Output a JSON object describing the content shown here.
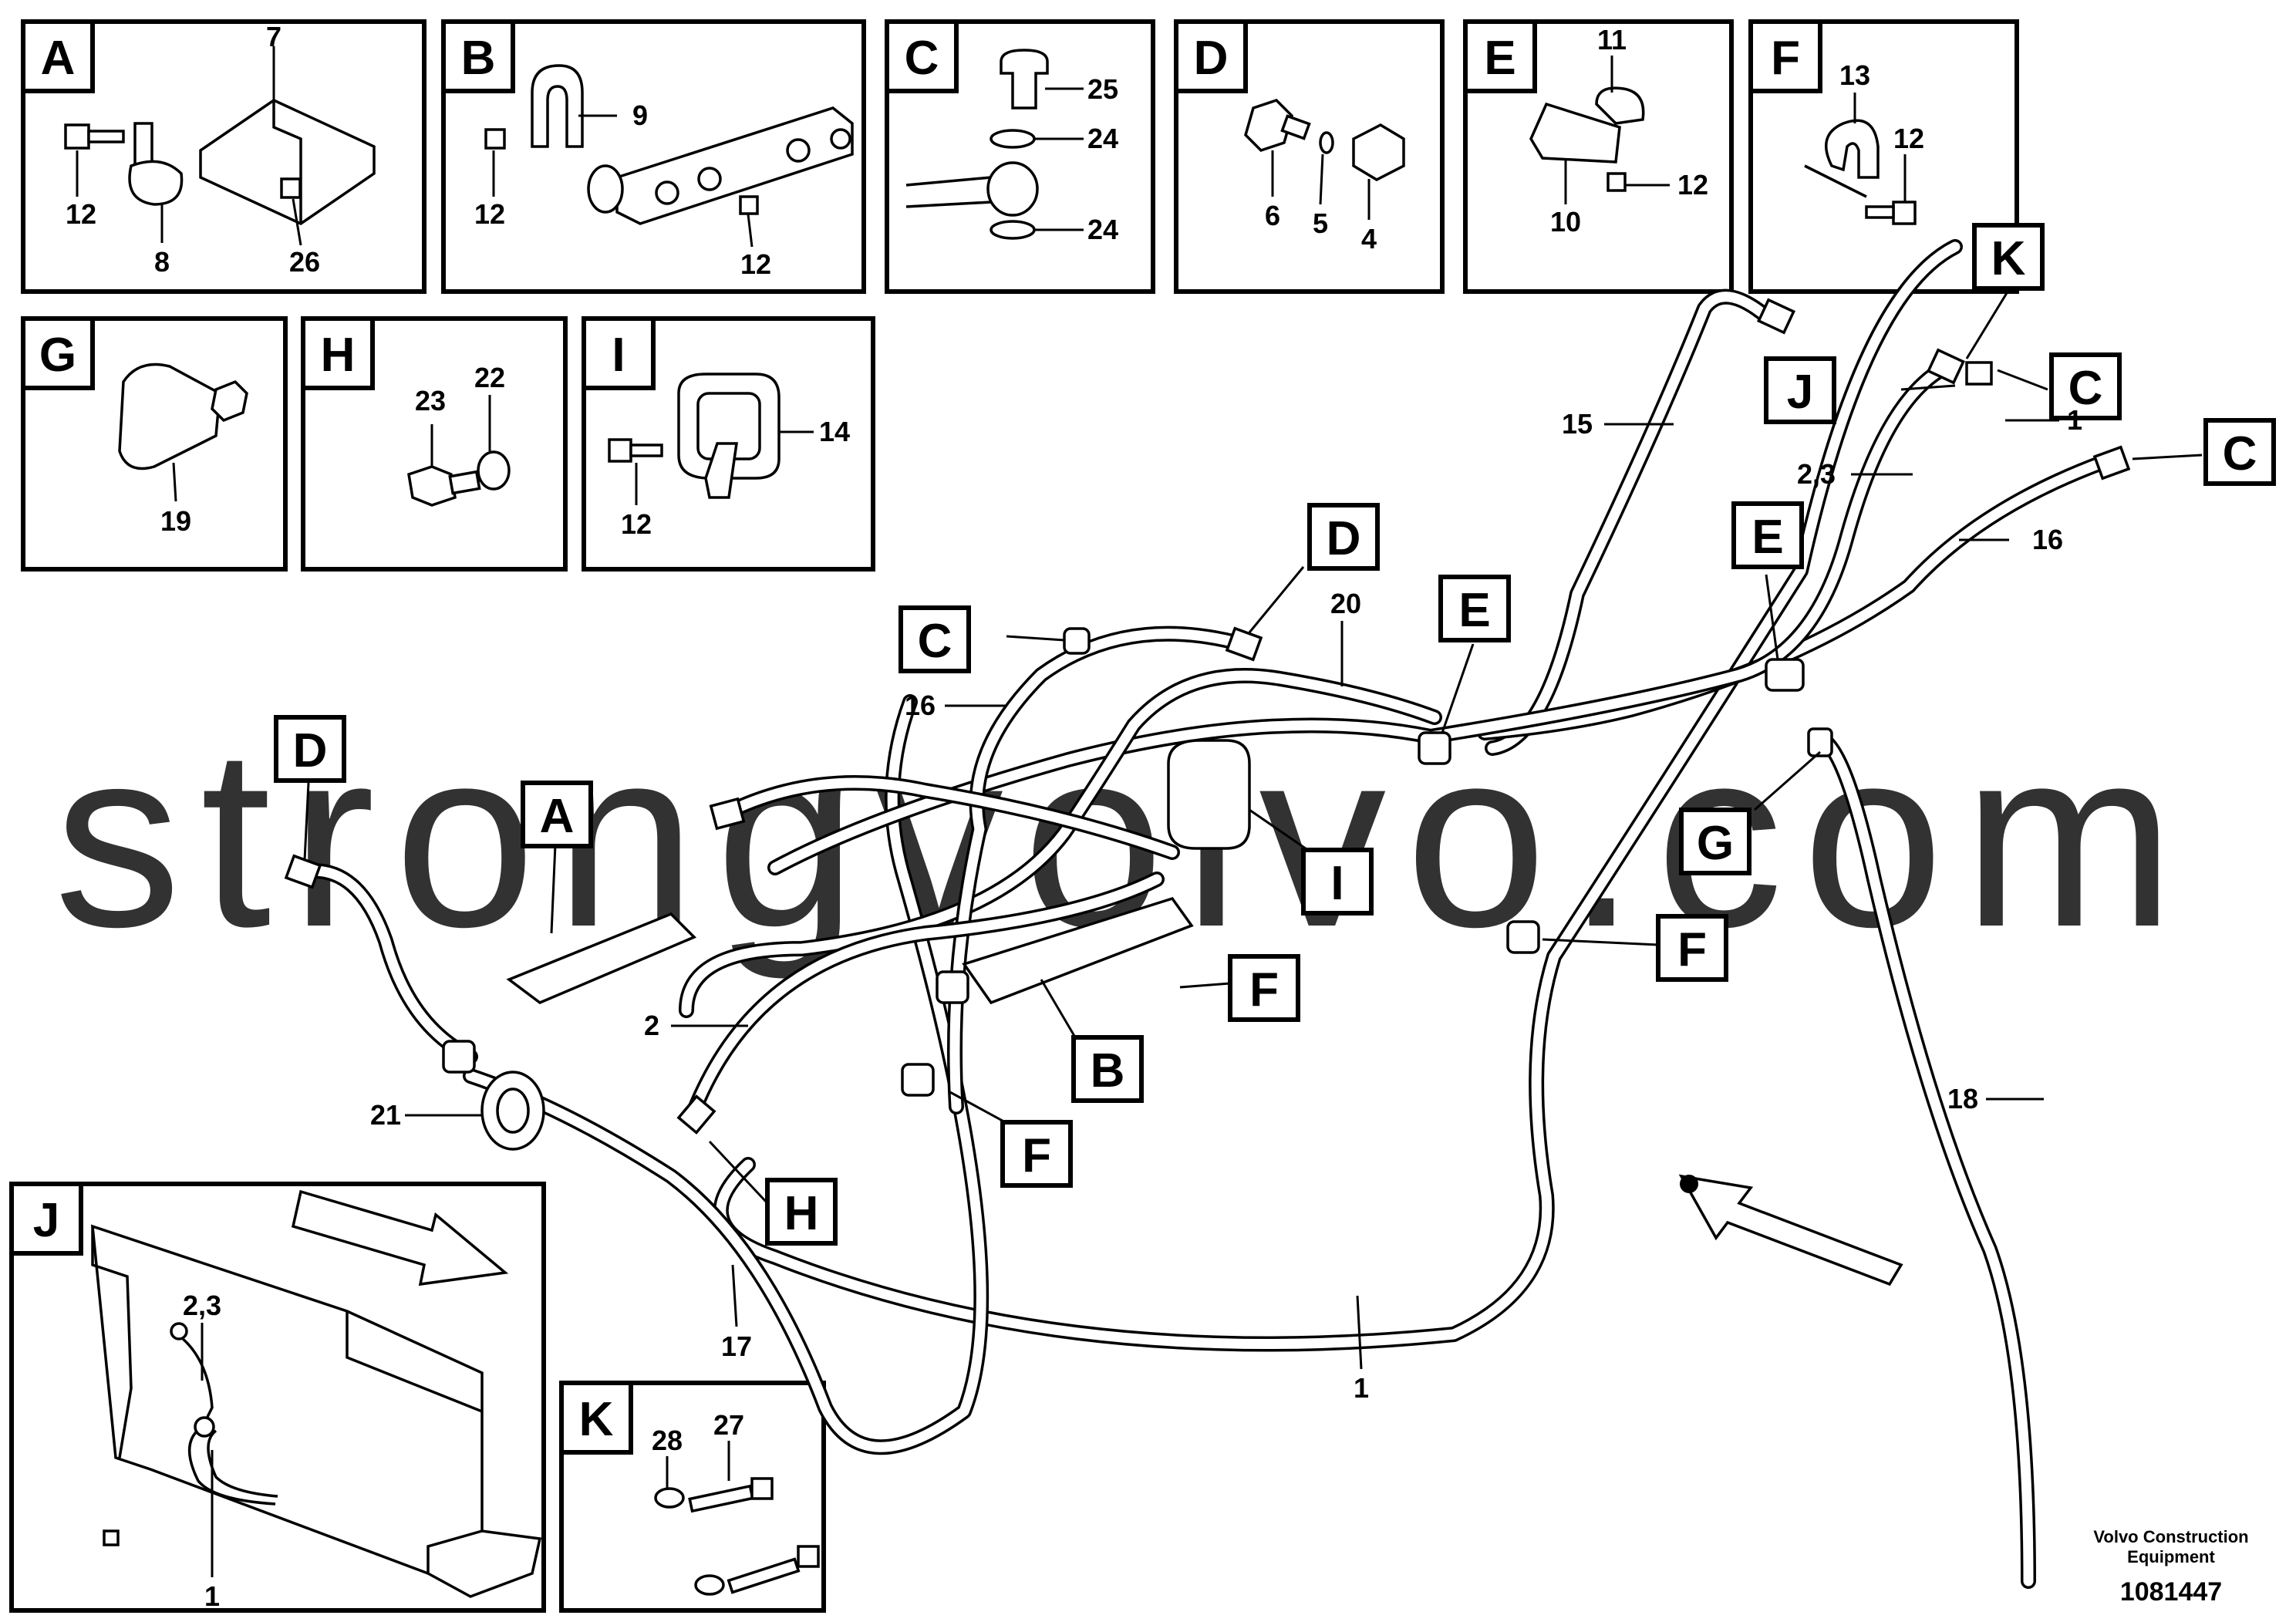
{
  "detail_panels": [
    {
      "letter": "A",
      "parts": [
        "7",
        "12",
        "8",
        "26"
      ]
    },
    {
      "letter": "B",
      "parts": [
        "9",
        "12",
        "12"
      ]
    },
    {
      "letter": "C",
      "parts": [
        "25",
        "24",
        "24"
      ]
    },
    {
      "letter": "D",
      "parts": [
        "6",
        "5",
        "4"
      ]
    },
    {
      "letter": "E",
      "parts": [
        "11",
        "12",
        "10"
      ]
    },
    {
      "letter": "F",
      "parts": [
        "13",
        "12"
      ]
    },
    {
      "letter": "G",
      "parts": [
        "19"
      ]
    },
    {
      "letter": "H",
      "parts": [
        "23",
        "22"
      ]
    },
    {
      "letter": "I",
      "parts": [
        "14",
        "12"
      ]
    },
    {
      "letter": "J",
      "parts": [
        "2,3",
        "1"
      ]
    },
    {
      "letter": "K",
      "parts": [
        "28",
        "27"
      ]
    }
  ],
  "main_callouts": {
    "letters": [
      "K",
      "J",
      "C",
      "C",
      "D",
      "C",
      "E",
      "E",
      "D",
      "A",
      "I",
      "G",
      "F",
      "F",
      "B",
      "F",
      "H"
    ],
    "numbers": [
      "15",
      "1",
      "2,3",
      "16",
      "20",
      "16",
      "2",
      "21",
      "17",
      "1",
      "18"
    ]
  },
  "watermark": "strongvolvo.com",
  "footer": {
    "company_line1": "Volvo Construction",
    "company_line2": "Equipment",
    "drawing_number": "1081447"
  }
}
